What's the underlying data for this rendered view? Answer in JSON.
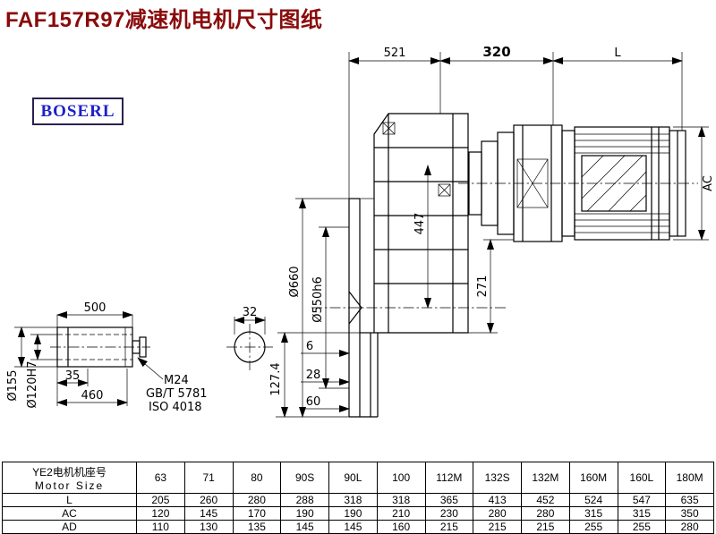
{
  "title": "FAF157R97减速机电机尺寸图纸",
  "logo": {
    "text": "BOSERL"
  },
  "colors": {
    "title": "#8a0b0b",
    "logo_text": "#1c21c8",
    "logo_border": "#2b2150",
    "line": "#000000"
  },
  "dims": {
    "top_521": "521",
    "top_320": "320",
    "top_L": "L",
    "right_AC": "AC",
    "height_447": "447",
    "height_271": "271",
    "flange_od": "Ø660",
    "flange_spigot": "Ø550h6",
    "shaft_500": "500",
    "shaft_35": "35",
    "shaft_460": "460",
    "shaft_od": "Ø155",
    "shaft_bore": "Ø120H7",
    "bolt": "M24",
    "bolt_std1": "GB/T 5781",
    "bolt_std2": "ISO 4018",
    "hole_32": "32",
    "flange_6": "6",
    "flange_28": "28",
    "flange_60": "60",
    "flange_127": "127.4"
  },
  "table": {
    "row_header_cn": "YE2电机机座号",
    "row_header_en": "Motor Size",
    "columns": [
      "63",
      "71",
      "80",
      "90S",
      "90L",
      "100",
      "112M",
      "132S",
      "132M",
      "160M",
      "160L",
      "180M"
    ],
    "rows": [
      {
        "label": "L",
        "values": [
          "205",
          "260",
          "280",
          "288",
          "318",
          "318",
          "365",
          "413",
          "452",
          "524",
          "547",
          "635"
        ]
      },
      {
        "label": "AC",
        "values": [
          "120",
          "145",
          "170",
          "190",
          "190",
          "210",
          "230",
          "280",
          "280",
          "315",
          "315",
          "350"
        ]
      },
      {
        "label": "AD",
        "values": [
          "110",
          "130",
          "135",
          "145",
          "145",
          "160",
          "215",
          "215",
          "215",
          "255",
          "255",
          "280"
        ]
      }
    ]
  }
}
